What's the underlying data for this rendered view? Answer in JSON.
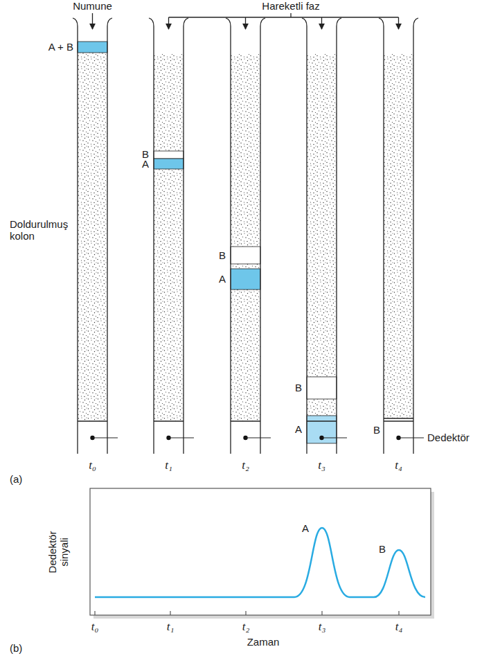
{
  "diagram": {
    "labels": [
      "Numune",
      "Hareketli faz",
      "A + B",
      "Doldurulmuş kolon",
      "B",
      "A",
      "B",
      "A",
      "B",
      "A",
      "B",
      "Dedektör",
      "t₀",
      "t₁",
      "t₂",
      "t₃",
      "t₄",
      "(a)",
      "Dedektör sinyali",
      "A",
      "B",
      "t₀",
      "t₁",
      "t₂",
      "t₃",
      "t₄",
      "Zaman",
      "(b)"
    ]
  }
}
